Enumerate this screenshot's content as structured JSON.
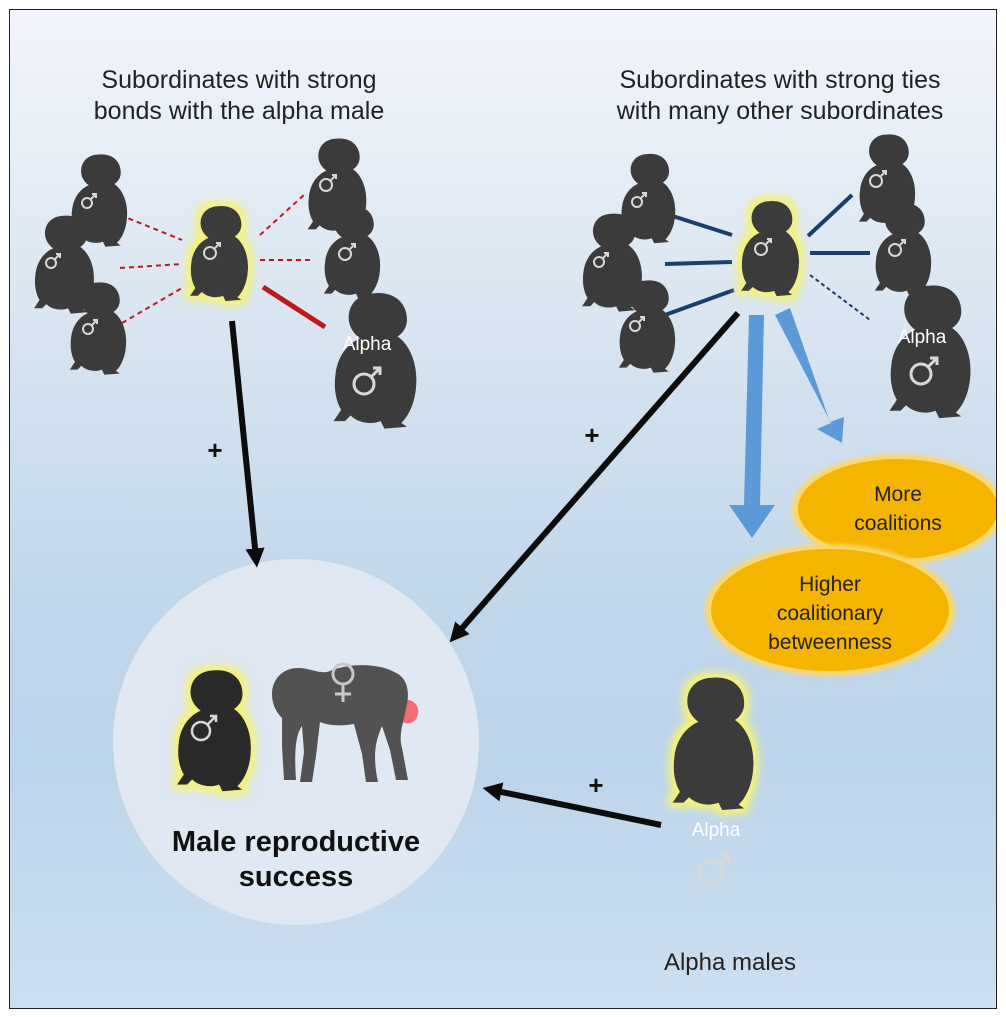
{
  "header_left": {
    "line1": "Subordinates with strong",
    "line2": "bonds with the alpha male"
  },
  "header_right": {
    "line1": "Subordinates with strong ties",
    "line2": "with many other subordinates"
  },
  "plus_sign": "+",
  "alpha_label": "Alpha",
  "male_symbol": "♂",
  "female_symbol": "♀",
  "oval_coalitions": {
    "line1": "More",
    "line2": "coalitions"
  },
  "oval_betweenness": {
    "line1": "Higher",
    "line2": "coalitionary",
    "line3": "betweenness"
  },
  "center": {
    "line1": "Male reproductive",
    "line2": "success"
  },
  "footer_alpha": "Alpha males",
  "colors": {
    "red_tie": "#c0171c",
    "navy_tie": "#1b3f6b",
    "blue_arrow": "#5b9ad6",
    "orange_oval": "#f5b400",
    "chimp": "#3b3b3b",
    "glow": "#fafa9a"
  }
}
